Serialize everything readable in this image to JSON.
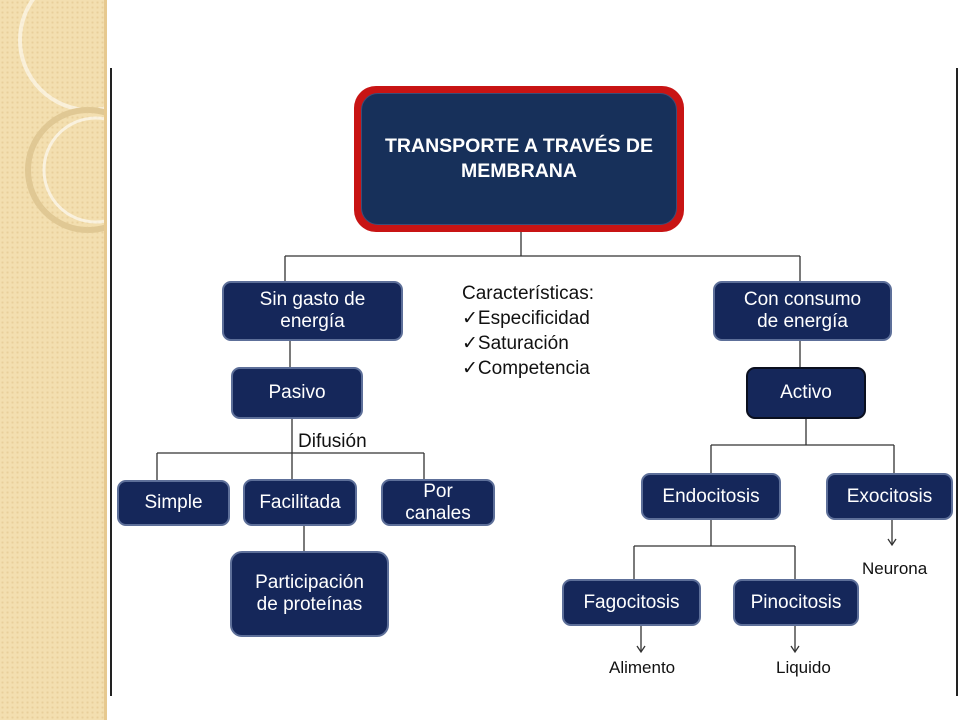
{
  "diagram": {
    "title": "TRANSPORTE A TRAVÉS DE\nMEMBRANA",
    "passive_branch": {
      "label": "Sin gasto de\nenergía",
      "type": "Pasivo",
      "group_label": "Difusión",
      "kinds": [
        "Simple",
        "Facilitada",
        "Por\ncanales"
      ],
      "facilitated_detail": "Participación\nde proteínas"
    },
    "characteristics": {
      "heading": "Características:",
      "items": [
        "Especificidad",
        "Saturación",
        "Competencia"
      ]
    },
    "active_branch": {
      "label": "Con consumo\nde energía",
      "type": "Activo",
      "endocytosis": "Endocitosis",
      "exocytosis": "Exocitosis",
      "exocytosis_example": "Neurona",
      "phagocytosis": "Fagocitosis",
      "phagocytosis_example": "Alimento",
      "pinocytosis": "Pinocitosis",
      "pinocytosis_example": "Liquido"
    }
  }
}
